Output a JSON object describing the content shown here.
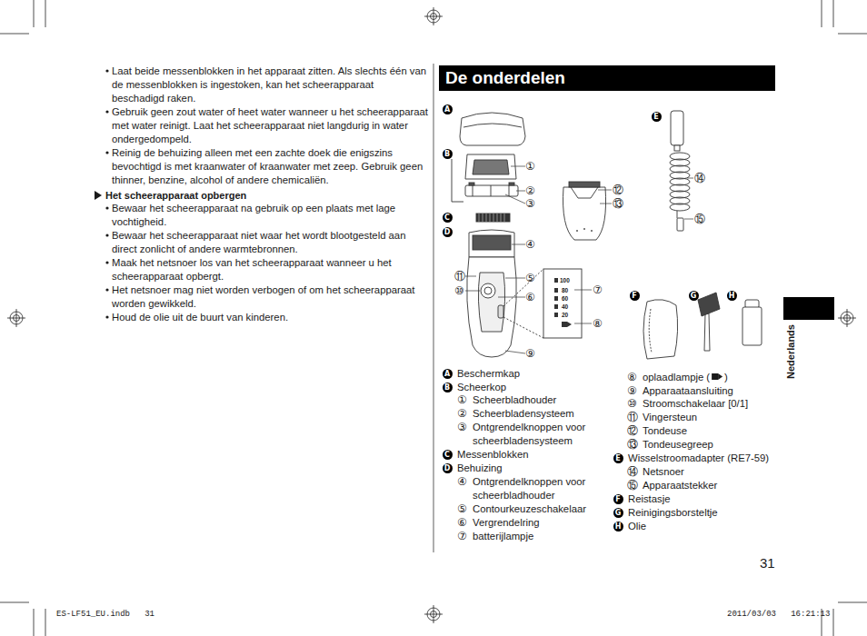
{
  "diagram": {
    "nodes": [
      {
        "text": [
          "De onderdelen"
        ]
      },
      {
        "text": [
          "A"
        ]
      },
      {
        "text": [
          "B"
        ]
      },
      {
        "text": [
          "C"
        ]
      },
      {
        "text": [
          "D"
        ]
      },
      {
        "text": [
          "E"
        ]
      },
      {
        "text": [
          "F"
        ]
      },
      {
        "text": [
          "G"
        ]
      },
      {
        "text": [
          "H"
        ]
      },
      {
        "text": [
          "A"
        ]
      },
      {
        "text": [
          "B"
        ]
      },
      {
        "text": [
          "C"
        ]
      },
      {
        "text": [
          "D"
        ]
      },
      {
        "text": [
          "E"
        ]
      },
      {
        "text": [
          "F"
        ]
      },
      {
        "text": [
          "G"
        ]
      },
      {
        "text": [
          "H"
        ]
      }
    ],
    "labels": [
      "Laat beide messenblokken in het apparaat zitten. Als slechts één van de messenblokken is ingestoken, kan het scheerapparaat beschadigd raken.",
      "Gebruik geen zout water of heet water wanneer u het scheerapparaat met water reinigt. Laat het scheerapparaat niet langdurig in water ondergedompeld.",
      "Reinig de behuizing alleen met een zachte doek die enigszins bevochtigd is met kraanwater of kraanwater met zeep. Gebruik geen thinner, benzine, alcohol of andere chemicaliën.",
      "Het scheerapparaat opbergen",
      "Bewaar het scheerapparaat na gebruik op een plaats met lage vochtigheid.",
      "Bewaar het scheerapparaat niet waar het wordt blootgesteld aan direct zonlicht of andere warmtebronnen.",
      "Maak het netsnoer los van het scheerapparaat wanneer u het scheerapparaat opbergt.",
      "Het netsnoer mag niet worden verbogen of om het scheerapparaat worden gewikkeld.",
      "Houd de olie uit de buurt van kinderen.",
      "①",
      "②",
      "③",
      "④",
      "⑪",
      "⑤",
      "⑩",
      "⑥",
      "⑨",
      "⑫",
      "⑬",
      "⑭",
      "⑮",
      "⑦",
      "⑧",
      "100",
      "80",
      "60",
      "40",
      "20",
      "Beschermkap",
      "Scheerkop",
      "①",
      "Scheerbladhouder",
      "②",
      "Scheerbladensysteem",
      "③",
      "Ontgrendelknoppen voor scheerbladensysteem",
      "Messenblokken",
      "Behuizing",
      "④",
      "Ontgrendelknoppen voor scheerbladhouder",
      "⑤",
      "Contourkeuzeschakelaar",
      "⑥",
      "Vergrendelring",
      "⑦",
      "batterijlampje",
      "⑧",
      "oplaadlampje (",
      ")",
      "⑨",
      "Apparaataansluiting",
      "⑩",
      "Stroomschakelaar [0/1]",
      "⑪",
      "Vingersteun",
      "⑫",
      "Tondeuse",
      "⑬",
      "Tondeusegreep",
      "Wisselstroomadapter (RE7-59)",
      "⑭",
      "Netsnoer",
      "⑮",
      "Apparaatstekker",
      "Reistasje",
      "Reinigingsborsteltje",
      "Olie",
      "Nederlands",
      "31",
      "ES-LF51_EU.indb   31",
      "2011/03/03   16:21:13"
    ]
  }
}
